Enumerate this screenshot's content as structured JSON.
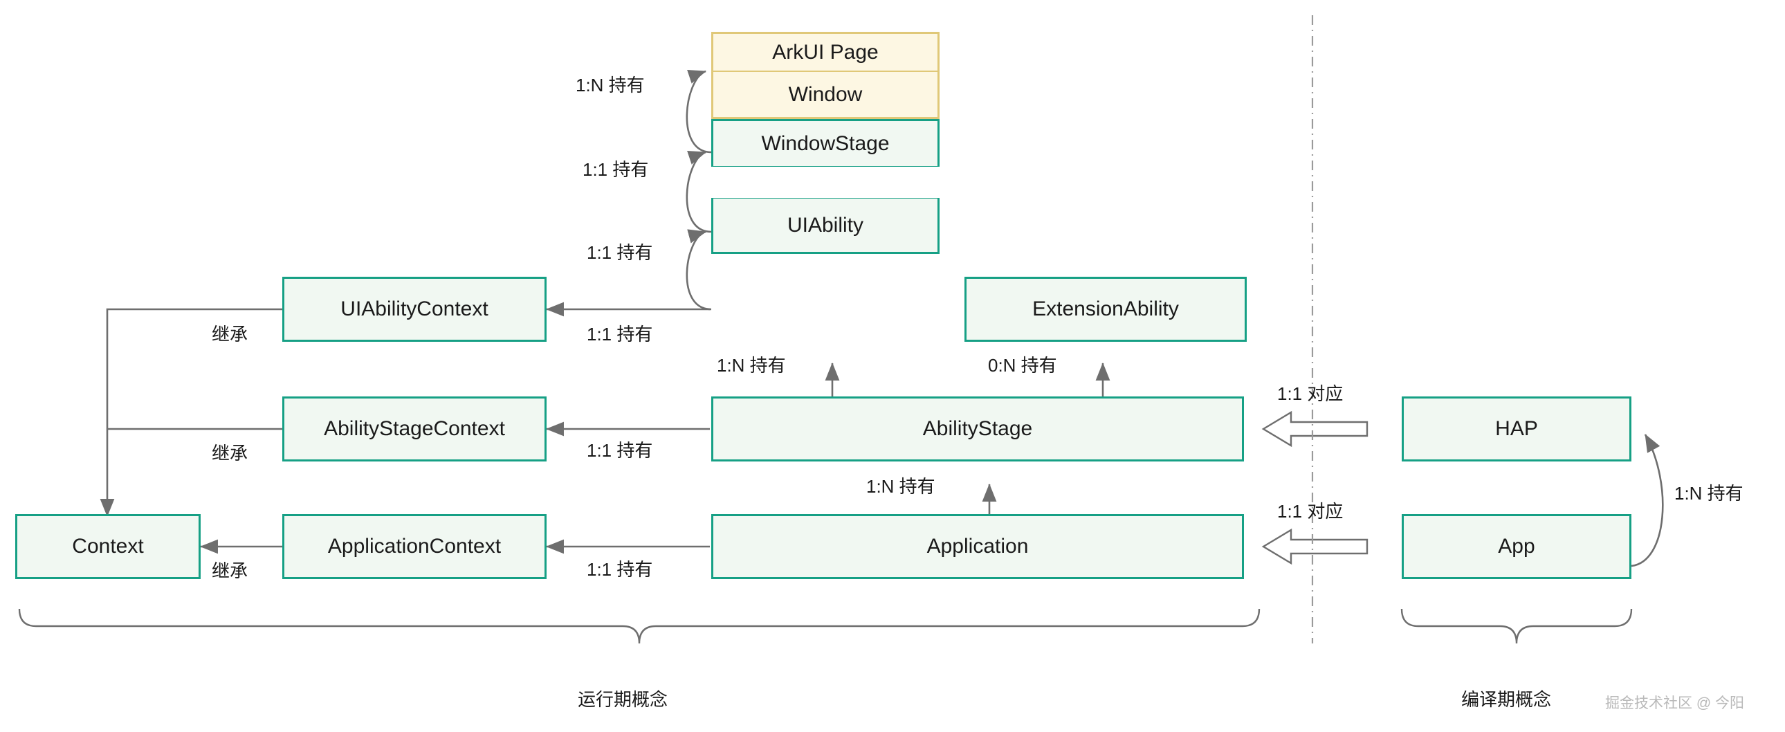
{
  "diagram": {
    "title_runtime": "运行期概念",
    "title_compile": "编译期概念",
    "watermark": "掘金技术社区 @ 今阳",
    "colors": {
      "teal_border": "#16a085",
      "teal_fill": "#f1f8f2",
      "yellow_border": "#e0c878",
      "yellow_fill": "#fdf7e3",
      "connector": "#6e6e6e",
      "divider": "#9a9a9a",
      "watermark": "#b9b9b9"
    }
  },
  "nodes": {
    "arkui_page": "ArkUI Page",
    "window": "Window",
    "window_stage": "WindowStage",
    "ui_ability": "UIAbility",
    "extension_ability": "ExtensionAbility",
    "ui_ability_context": "UIAbilityContext",
    "ability_stage_context": "AbilityStageContext",
    "application_context": "ApplicationContext",
    "context": "Context",
    "ability_stage": "AbilityStage",
    "application": "Application",
    "hap": "HAP",
    "app": "App"
  },
  "edge_labels": {
    "page_hold": "1:N 持有",
    "window_hold": "1:1 持有",
    "windowstage_hold": "1:1 持有",
    "uiability_to_ctx": "1:1 持有",
    "stage_to_uiability": "1:N 持有",
    "stage_to_extension": "0:N 持有",
    "stage_to_stagectx": "1:1 持有",
    "app_to_stage": "1:N 持有",
    "app_to_appctx": "1:1 持有",
    "inherit_uiability_ctx": "继承",
    "inherit_stage_ctx": "继承",
    "inherit_app_ctx": "继承",
    "stage_hap_map": "1:1 对应",
    "app_app_map": "1:1 对应",
    "app_holds_hap": "1:N 持有"
  }
}
